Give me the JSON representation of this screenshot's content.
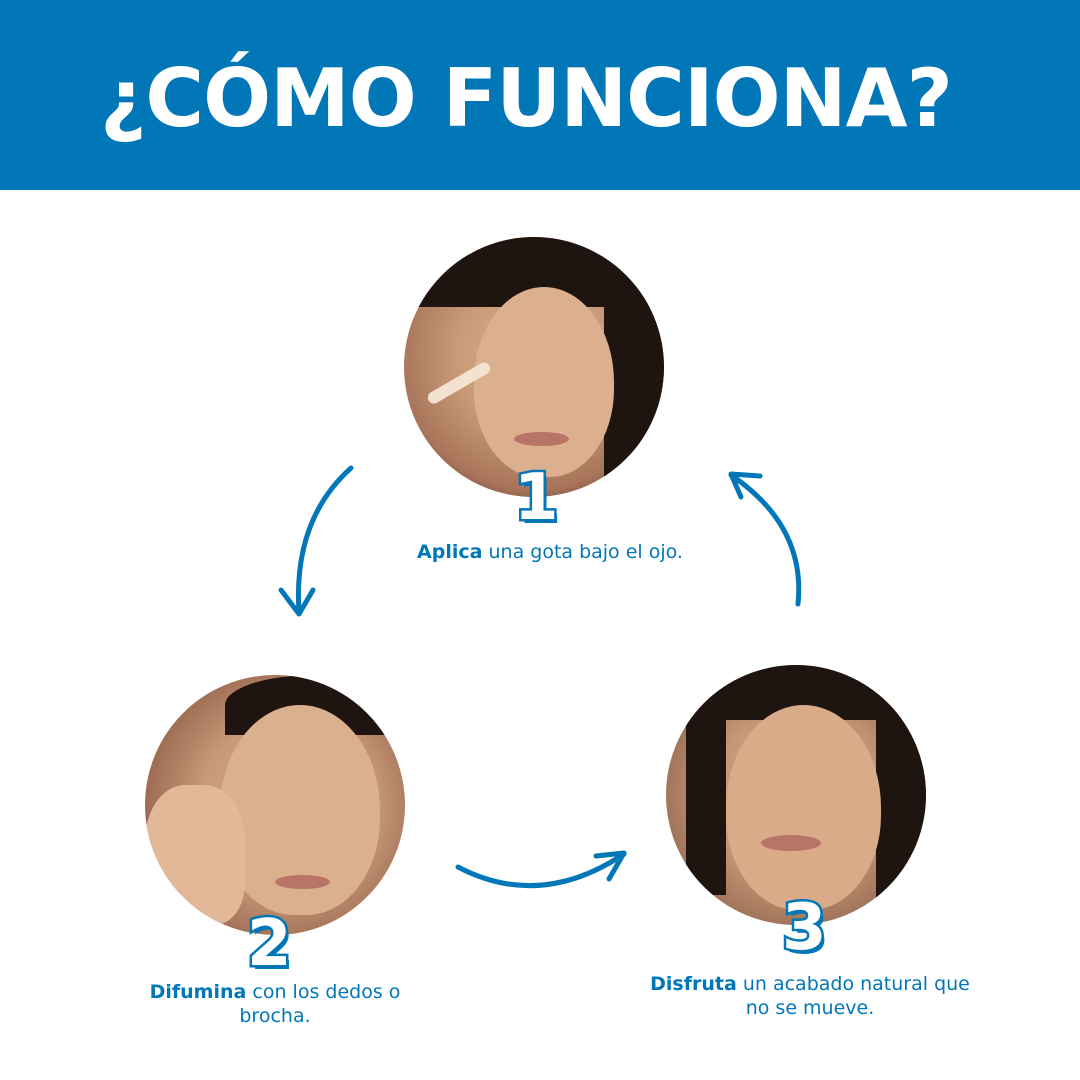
{
  "header": {
    "title": "¿CÓMO FUNCIONA?",
    "background_color": "#0177b8",
    "text_color": "#ffffff"
  },
  "steps": [
    {
      "number": "1",
      "bold": "Aplica",
      "text": " una gota bajo el ojo.",
      "image": "woman-applying-concealer-photo"
    },
    {
      "number": "2",
      "bold": "Difumina",
      "text": " con los dedos o brocha.",
      "image": "woman-blending-with-fingers-photo"
    },
    {
      "number": "3",
      "bold": "Disfruta",
      "text": " un acabado natural que no se mueve.",
      "image": "woman-smiling-finished-look-photo"
    }
  ],
  "arrows": [
    {
      "icon": "curved-arrow-down-icon",
      "from": "1",
      "to": "2"
    },
    {
      "icon": "curved-arrow-right-icon",
      "from": "2",
      "to": "3"
    },
    {
      "icon": "curved-arrow-up-icon",
      "from": "3",
      "to": "1"
    }
  ],
  "colors": {
    "accent": "#0177b8",
    "background": "#ffffff"
  }
}
